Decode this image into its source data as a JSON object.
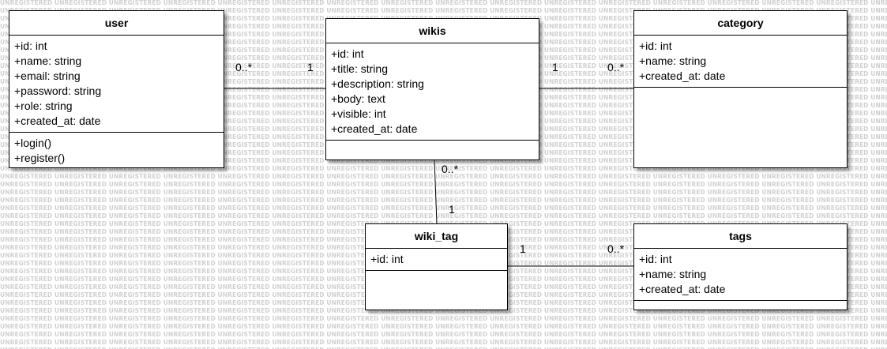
{
  "watermark": "UNREGISTERED",
  "classes": {
    "user": {
      "name": "user",
      "attributes": [
        "+id: int",
        "+name: string",
        "+email: string",
        "+password: string",
        "+role: string",
        "+created_at: date"
      ],
      "operations": [
        "+login()",
        "+register()"
      ]
    },
    "wikis": {
      "name": "wikis",
      "attributes": [
        "+id: int",
        "+title: string",
        "+description: string",
        "+body: text",
        "+visible: int",
        "+created_at: date"
      ],
      "operations": []
    },
    "category": {
      "name": "category",
      "attributes": [
        "+id: int",
        "+name: string",
        "+created_at: date"
      ],
      "operations": []
    },
    "wiki_tag": {
      "name": "wiki_tag",
      "attributes": [
        "+id: int"
      ],
      "operations": []
    },
    "tags": {
      "name": "tags",
      "attributes": [
        "+id: int",
        "+name: string",
        "+created_at: date"
      ],
      "operations": []
    }
  },
  "associations": [
    {
      "from": "user",
      "to": "wikis",
      "from_multiplicity": "0..*",
      "to_multiplicity": "1"
    },
    {
      "from": "wikis",
      "to": "category",
      "from_multiplicity": "1",
      "to_multiplicity": "0..*"
    },
    {
      "from": "wikis",
      "to": "wiki_tag",
      "from_multiplicity": "0..*",
      "to_multiplicity": "1"
    },
    {
      "from": "wiki_tag",
      "to": "tags",
      "from_multiplicity": "1",
      "to_multiplicity": "0..*"
    }
  ]
}
